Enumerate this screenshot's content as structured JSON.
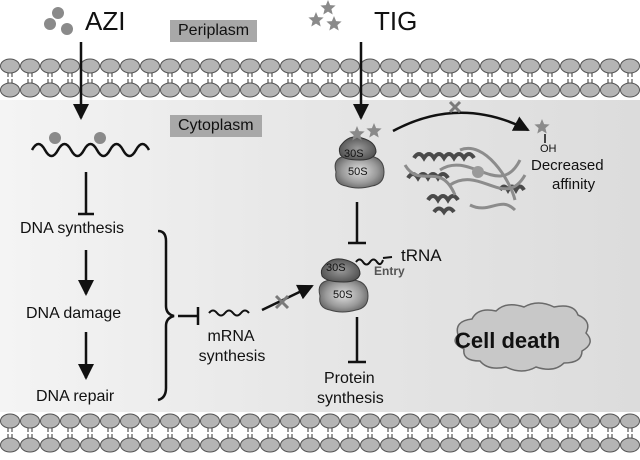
{
  "drugs": {
    "azi": "AZI",
    "tig": "TIG"
  },
  "compartments": {
    "periplasm": "Periplasm",
    "cytoplasm": "Cytoplasm"
  },
  "dna_pathway": {
    "synthesis": "DNA synthesis",
    "damage": "DNA damage",
    "repair": "DNA repair"
  },
  "mrna": {
    "line1": "mRNA",
    "line2": "synthesis"
  },
  "ribosome_upper": {
    "small": "30S",
    "large": "50S"
  },
  "ribosome_lower": {
    "small": "30S",
    "large": "50S",
    "entry": "Entry"
  },
  "trna": "tRNA",
  "modified_drug": {
    "oh": "OH",
    "line1": "Decreased",
    "line2": "affinity"
  },
  "protein": {
    "line1": "Protein",
    "line2": "synthesis"
  },
  "outcome": "Cell death",
  "colors": {
    "cytoplasm_bg": "#e2e2e2",
    "label_box": "#a8a8a8",
    "lipid_head": "#b4b4b4",
    "drug_marker": "#8a8a8a",
    "blocked_x": "#7a7a7a"
  }
}
